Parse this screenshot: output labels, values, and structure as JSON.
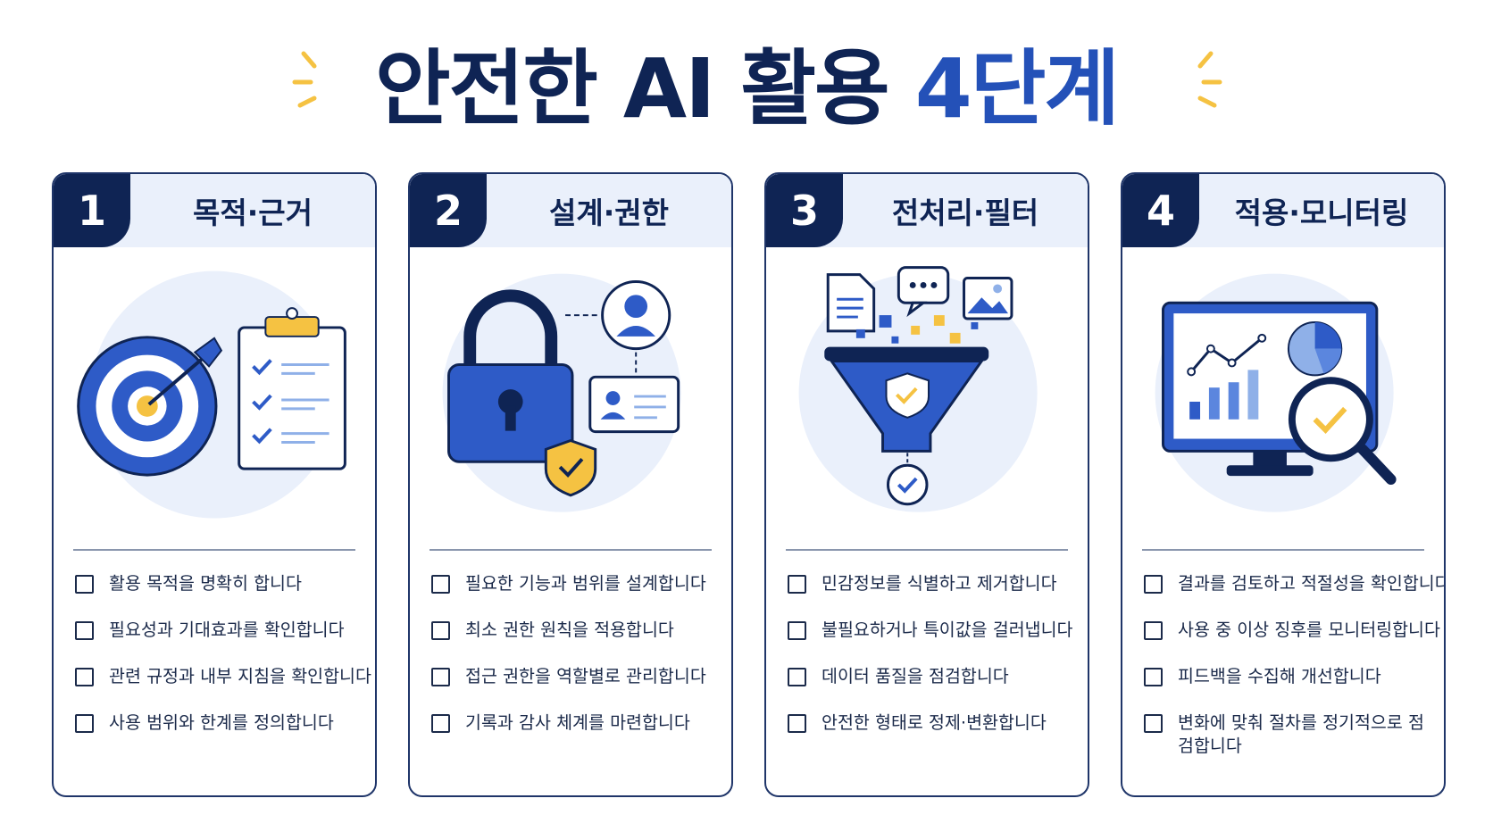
{
  "title": {
    "part1": "안전한 AI 활용 ",
    "part2": "4단계"
  },
  "colors": {
    "navy": "#0f2454",
    "accent_blue": "#2451b8",
    "light_blue": "#eaf0fb",
    "yellow": "#f5c242"
  },
  "steps": [
    {
      "number": "1",
      "title": "목적·근거",
      "items": [
        "활용 목적을 명확히 합니다",
        "필요성과 기대효과를 확인합니다",
        "관련 규정과 내부 지침을 확인합니다",
        "사용 범위와 한계를 정의합니다"
      ]
    },
    {
      "number": "2",
      "title": "설계·권한",
      "items": [
        "필요한 기능과 범위를 설계합니다",
        "최소 권한 원칙을 적용합니다",
        "접근 권한을 역할별로 관리합니다",
        "기록과 감사 체계를 마련합니다"
      ]
    },
    {
      "number": "3",
      "title": "전처리·필터",
      "items": [
        "민감정보를 식별하고 제거합니다",
        "불필요하거나 특이값을 걸러냅니다",
        "데이터 품질을 점검합니다",
        "안전한 형태로 정제·변환합니다"
      ]
    },
    {
      "number": "4",
      "title": "적용·모니터링",
      "items": [
        "결과를 검토하고 적절성을 확인합니다",
        "사용 중 이상 징후를 모니터링합니다",
        "피드백을 수집해 개선합니다",
        "변화에 맞춰 절차를 정기적으로 점검합니다"
      ]
    }
  ]
}
